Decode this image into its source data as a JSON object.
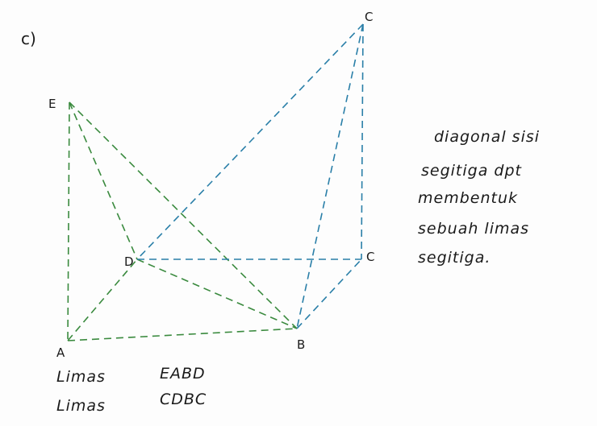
{
  "part_label": "c)",
  "points": {
    "A": "A",
    "B": "B",
    "C_bottom": "C",
    "C_top": "C",
    "D": "D",
    "E": "E"
  },
  "note_lines": [
    "diagonal sisi",
    "segitiga dpt",
    "membentuk",
    "sebuah limas",
    "segitiga."
  ],
  "pyramids": [
    {
      "word": "Limas",
      "name": "EABD"
    },
    {
      "word": "Limas",
      "name": "CDBC"
    }
  ],
  "colors": {
    "green": "#3a8a3e",
    "blue": "#2a7fa8",
    "ink": "#1a1a1a"
  }
}
